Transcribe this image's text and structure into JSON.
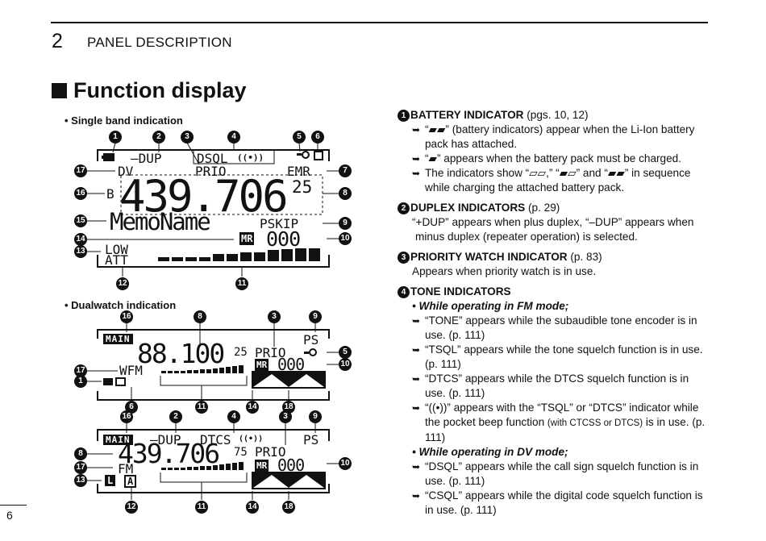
{
  "header": {
    "chapter_number": "2",
    "chapter_title": "PANEL DESCRIPTION",
    "section_title": "Function display"
  },
  "page_number": "6",
  "left": {
    "single_label": "• Single band indication",
    "dual_label": "• Dualwatch indication",
    "lcd1": {
      "dup": "–DUP",
      "dsql": "DSQL",
      "bell": "((•))",
      "dv": "DV",
      "prio": "PRIO",
      "emr": "EMR",
      "b": "B",
      "freq": "439.706",
      "freq_small": "25",
      "memo": "MemoName",
      "pskip": "PSKIP",
      "mr": "MR",
      "ch": "000",
      "low": "LOW",
      "att": "ATT"
    },
    "lcd2": {
      "main": "MAIN",
      "ps": "PS",
      "freq": "88.100",
      "freq_small": "25",
      "prio": "PRIO",
      "mr": "MR",
      "ch": "000",
      "mode": "WFM"
    },
    "lcd3": {
      "main": "MAIN",
      "dup": "–DUP",
      "dtcs": "DTCS",
      "bell": "((•))",
      "ps": "PS",
      "freq": "439.706",
      "freq_small": "75",
      "prio": "PRIO",
      "mr": "MR",
      "ch": "000",
      "mode": "FM",
      "l": "L",
      "a": "A"
    },
    "callouts": [
      "1",
      "2",
      "3",
      "4",
      "5",
      "6",
      "7",
      "8",
      "9",
      "10",
      "11",
      "12",
      "13",
      "14",
      "15",
      "16",
      "17",
      "18"
    ]
  },
  "right": {
    "s1": {
      "num": "1",
      "title": "BATTERY INDICATOR",
      "pages": "(pgs. 10, 12)",
      "b1": "“▰▰” (battery indicators) appear when the Li-Ion battery pack has attached.",
      "b2": "“▰” appears when the battery pack must be charged.",
      "b3": "The indicators show “▱▱,” “▰▱” and “▰▰” in sequence while charging the attached battery pack."
    },
    "s2": {
      "num": "2",
      "title": "DUPLEX INDICATORS",
      "pages": "(p. 29)",
      "t1": "“+DUP” appears when plus duplex, “–DUP” appears when",
      "t2": "minus duplex (repeater operation) is selected."
    },
    "s3": {
      "num": "3",
      "title": "PRIORITY WATCH INDICATOR",
      "pages": "(p. 83)",
      "t1": "Appears when priority watch is in use."
    },
    "s4": {
      "num": "4",
      "title": "TONE INDICATORS",
      "fm": "• While operating in FM mode;",
      "b1": "“TONE” appears while the subaudible tone encoder is in use. (p. 111)",
      "b2": "“TSQL” appears while the tone squelch function is in use. (p. 111)",
      "b3": "“DTCS” appears while the DTCS squelch function is in use. (p. 111)",
      "b4a": "“((•))” appears with the “TSQL” or “DTCS” indicator while the pocket beep function",
      "b4b": "(with CTCSS or DTCS)",
      "b4c": "is in use. (p. 111)",
      "dv": "• While operating in DV mode;",
      "b5": "“DSQL” appears while the call sign squelch function is in use. (p. 111)",
      "b6": "“CSQL” appears while the digital code squelch function is in use. (p. 111)"
    }
  }
}
